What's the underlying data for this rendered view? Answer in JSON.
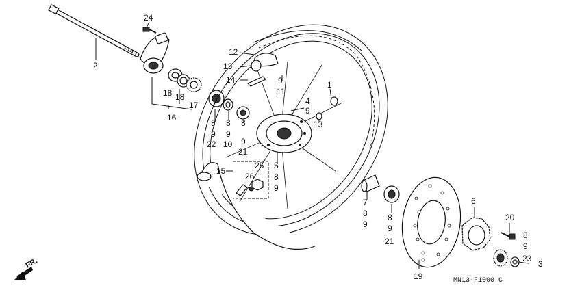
{
  "diagram": {
    "code": "MN13-F1000 C",
    "direction": "FR.",
    "callouts": [
      {
        "id": "c2",
        "text": "2"
      },
      {
        "id": "c24",
        "text": "24"
      },
      {
        "id": "c18a",
        "text": "18"
      },
      {
        "id": "c18b",
        "text": "18"
      },
      {
        "id": "c17",
        "text": "17"
      },
      {
        "id": "c16",
        "text": "16"
      },
      {
        "id": "c12",
        "text": "12"
      },
      {
        "id": "c13a",
        "text": "13"
      },
      {
        "id": "c14",
        "text": "14"
      },
      {
        "id": "c9a",
        "text": "9"
      },
      {
        "id": "c11",
        "text": "11"
      },
      {
        "id": "c1",
        "text": "1"
      },
      {
        "id": "c4",
        "text": "4"
      },
      {
        "id": "c9b",
        "text": "9"
      },
      {
        "id": "c13b",
        "text": "13"
      },
      {
        "id": "c8a",
        "text": "8"
      },
      {
        "id": "c9c",
        "text": "9"
      },
      {
        "id": "c22",
        "text": "22"
      },
      {
        "id": "c8b",
        "text": "8"
      },
      {
        "id": "c9d",
        "text": "9"
      },
      {
        "id": "c10",
        "text": "10"
      },
      {
        "id": "c8c",
        "text": "8"
      },
      {
        "id": "c9e",
        "text": "9"
      },
      {
        "id": "c21a",
        "text": "21"
      },
      {
        "id": "c15",
        "text": "15"
      },
      {
        "id": "c25",
        "text": "25"
      },
      {
        "id": "c26",
        "text": "26"
      },
      {
        "id": "c5",
        "text": "5"
      },
      {
        "id": "c8d",
        "text": "8"
      },
      {
        "id": "c9f",
        "text": "9"
      },
      {
        "id": "c7",
        "text": "7"
      },
      {
        "id": "c8e",
        "text": "8"
      },
      {
        "id": "c9g",
        "text": "9"
      },
      {
        "id": "c8f",
        "text": "8"
      },
      {
        "id": "c9h",
        "text": "9"
      },
      {
        "id": "c21b",
        "text": "21"
      },
      {
        "id": "c6",
        "text": "6"
      },
      {
        "id": "c20",
        "text": "20"
      },
      {
        "id": "c8g",
        "text": "8"
      },
      {
        "id": "c9i",
        "text": "9"
      },
      {
        "id": "c23",
        "text": "23"
      },
      {
        "id": "c3",
        "text": "3"
      },
      {
        "id": "c19",
        "text": "19"
      }
    ]
  }
}
